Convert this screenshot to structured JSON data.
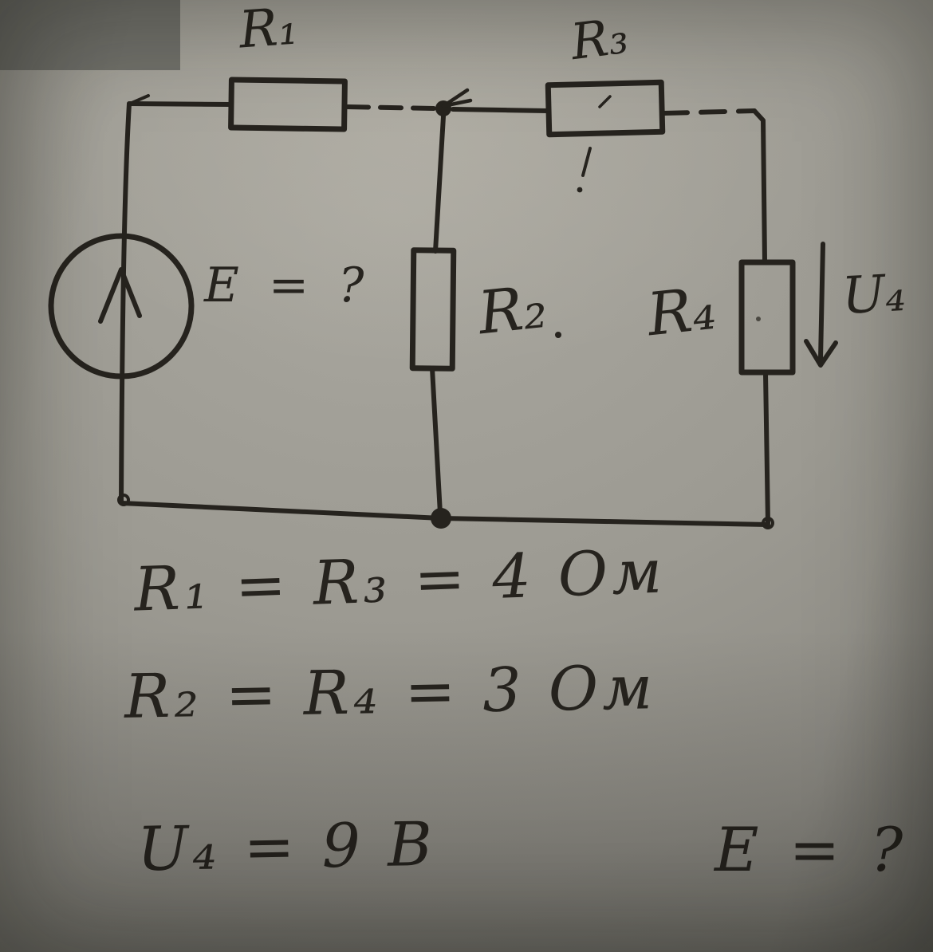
{
  "colors": {
    "ink": "#26231e",
    "paper": "#9c9a92",
    "paper-light": "#a9a79f",
    "paper-dark": "#7b7a73",
    "redaction": "#70706a"
  },
  "circuit": {
    "source_label": "E = ?",
    "r1_label": "R₁",
    "r3_label": "R₃",
    "r2_label": "R₂",
    "r4_label": "R₄",
    "u4_label": "U₄"
  },
  "equations": {
    "line1": "R₁ = R₃ = 4 Ом",
    "line2": "R₂ = R₄ = 3 Ом",
    "line3": "U₄ = 9 В",
    "question": "E = ?"
  }
}
